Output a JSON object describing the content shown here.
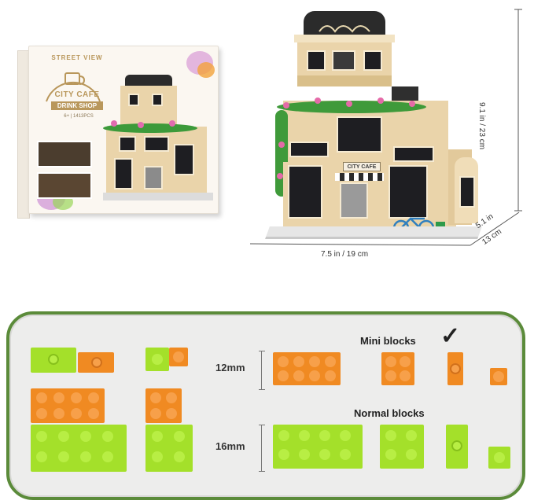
{
  "box_art": {
    "badge_script": "STREET VIEW",
    "badge_title": "CITY CAFE",
    "badge_subtitle": "DRINK SHOP",
    "badge_meta": "6+ | 1413PCS"
  },
  "dimensions": {
    "height": "9.1 in / 23 cm",
    "width": "7.5 in / 19 cm",
    "depth_in": "5.1 in",
    "depth_cm": "13 cm"
  },
  "building": {
    "sign_text": "CITY CAFE"
  },
  "comparison": {
    "size_small": "12mm",
    "size_large": "16mm",
    "mini_label": "Mini blocks",
    "normal_label": "Normal blocks",
    "check_mark": "✓"
  },
  "colors": {
    "brick_orange": "#f08a22",
    "brick_lime": "#a4e02a",
    "panel_border": "#5b8b3a",
    "panel_bg": "#ededec"
  }
}
